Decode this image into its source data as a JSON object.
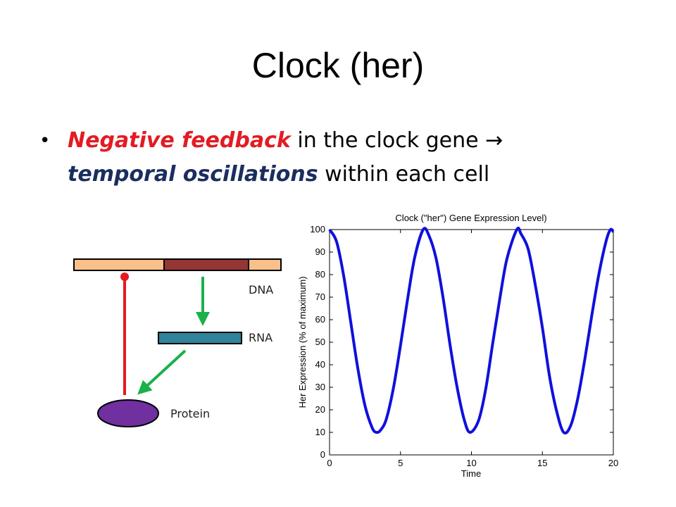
{
  "slide": {
    "title": "Clock (her)",
    "bullet": {
      "part1": "Negative feedback",
      "part2": " in the clock gene ",
      "arrow": "→",
      "part3": " ",
      "part4": "temporal oscillations",
      "part5": " within each cell"
    }
  },
  "diagram": {
    "dna_label": "DNA",
    "rna_label": "RNA",
    "protein_label": "Protein",
    "colors": {
      "dna_flank": "#f9c08a",
      "dna_gene": "#943634",
      "rna": "#31849b",
      "protein": "#7030a0",
      "activation_arrow": "#1bb14a",
      "repression_line": "#e31b23"
    }
  },
  "chart_data": {
    "type": "line",
    "title": "Clock (\"her\") Gene Expression Level)",
    "xlabel": "Time",
    "ylabel": "Her Expression (% of maximum)",
    "xlim": [
      0,
      20
    ],
    "ylim": [
      0,
      100
    ],
    "xticks": [
      0,
      5,
      10,
      15,
      20
    ],
    "yticks": [
      0,
      10,
      20,
      30,
      40,
      50,
      60,
      70,
      80,
      90,
      100
    ],
    "grid": false,
    "line_color": "#1010dd",
    "series": [
      {
        "x": [
          0,
          0.5,
          1,
          1.5,
          2,
          2.5,
          3,
          3.3,
          3.6,
          4,
          4.5,
          5,
          5.5,
          6,
          6.6,
          7,
          7.5,
          8,
          8.5,
          9,
          9.5,
          9.9,
          10.5,
          11,
          11.5,
          12,
          12.5,
          13.2,
          13.5,
          14,
          14.5,
          15,
          15.5,
          16,
          16.5,
          17,
          17.5,
          18,
          18.5,
          19,
          19.5,
          19.8,
          20
        ],
        "y": [
          100,
          94.5,
          79.3,
          58.7,
          38.1,
          21.8,
          12.1,
          10.0,
          11.0,
          15.9,
          29.6,
          48.6,
          69.1,
          87.6,
          100,
          97.4,
          87.4,
          69.8,
          48.5,
          29.7,
          15.4,
          10.0,
          15.2,
          29.0,
          49.5,
          69.3,
          87.0,
          100,
          98.0,
          91.3,
          75.4,
          56.5,
          35.0,
          19.5,
          10.0,
          13.1,
          25.2,
          42.8,
          62.6,
          80.8,
          95.1,
          100,
          99.0
        ]
      }
    ]
  }
}
